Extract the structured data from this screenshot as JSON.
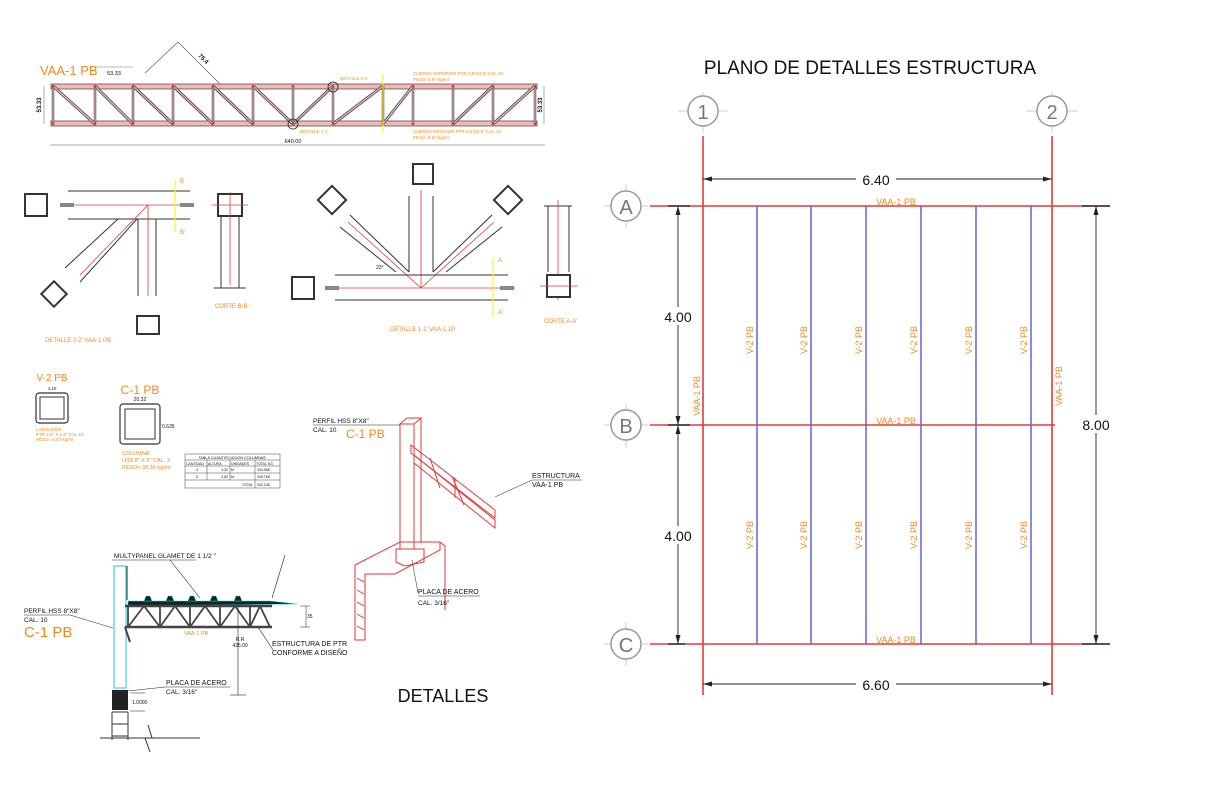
{
  "title": "PLANO DE DETALLES ESTRUCTURA",
  "details_title": "DETALLES",
  "colors": {
    "beam_red": "#e23a3a",
    "joist_blue": "#3b3bdf",
    "label_orange": "#f08a1c",
    "grid_gray": "#9a9a9a",
    "column_cyan": "#3fd3e0"
  },
  "plan": {
    "axes_columns": [
      "1",
      "2"
    ],
    "axes_rows": [
      "A",
      "B",
      "C"
    ],
    "dim_top": "6.40",
    "dim_bottom": "6.60",
    "dim_left": [
      "4.00",
      "4.00"
    ],
    "dim_right": "8.00",
    "beam_label": "VAA-1 PB",
    "joist_label": "V-2 PB",
    "joist_count": 6
  },
  "truss": {
    "label": "VAA-1 PB",
    "panel_dim": "53.33",
    "height_dim": "53.33",
    "diag_dim": "75.4",
    "total_dim": "640.00",
    "detail_22": "DETALLE 2-2'",
    "detail_11": "DETALLE 1-1'",
    "top_chord_note": "CUERDA SUPERIOR PTR 2.5\"X2.5\" CAL.10",
    "bottom_chord_note": "CUERDA INFERIOR PTR 2.5\"X2.5\" CAL.10",
    "weight_note": "PESO: 6.67 kg/ml",
    "section_mark": "A"
  },
  "details": {
    "detail_22_caption": "DETALLE 2-2' VAA-1 PB",
    "corte_bb": "CORTE B-B'",
    "detail_11_caption": "DETALLE 1-1' VAA-1   1P",
    "corte_aa": "CORTE A-A'",
    "mark_b": "B",
    "mark_b2": "B'",
    "mark_a": "A",
    "mark_a2": "A'",
    "angle": "23°"
  },
  "sections": {
    "v2_title": "V-2 PB",
    "v2_dim": "4.10",
    "v2_notes": [
      "LARGUERO",
      "PTR 2.5\" X 2.5\" CAL 10",
      "PESO= 6.67 kg/ml"
    ],
    "c1_title": "C-1 PB",
    "c1_dim": "20.32",
    "c1_thk": "0.635",
    "c1_notes": [
      "COLUMNA",
      "HSS 8\" X 8\" CAL. 3",
      "PESO= 38.36 kg/ml"
    ]
  },
  "table": {
    "title": "TABLA CUANTIFICACION COLUMNAS",
    "headers": [
      "CANTIDAD",
      "ALTURA",
      "UNIDADES",
      "TOTAL KG"
    ],
    "rows": [
      [
        "3",
        "4.32",
        "M",
        "334.968"
      ],
      [
        "3",
        "3.82",
        "M",
        "345.768"
      ]
    ],
    "total_label": "TOTAL",
    "total_value": "932.248"
  },
  "elevation": {
    "panel_note": "MULTYPANEL GLAMET DE 1 1/2 \"",
    "profile_note": "PERFIL HSS 8\"X8\"",
    "cal_note": "CAL. 10",
    "column_label": "C-1 PB",
    "beam_label": "VAA-1 PB",
    "ptr_note_1": "ESTRUCTURA DE PTR",
    "ptr_note_2": "CONFORME A DISEÑO",
    "level_mark": "R.R",
    "level_value": "435.00",
    "depth": "35",
    "plate_note": "PLACA DE ACERO",
    "plate_cal": "CAL. 3/16\"",
    "plate_dim": "1.0000"
  },
  "isometric": {
    "profile_note": "PERFIL HSS 8\"X8\"",
    "cal_note": "CAL. 10",
    "column_label": "C-1 PB",
    "struct_note_1": "ESTRUCTURA",
    "struct_note_2": "VAA-1  PB",
    "plate_note": "PLACA DE ACERO",
    "plate_cal": "CAL. 3/16\""
  }
}
